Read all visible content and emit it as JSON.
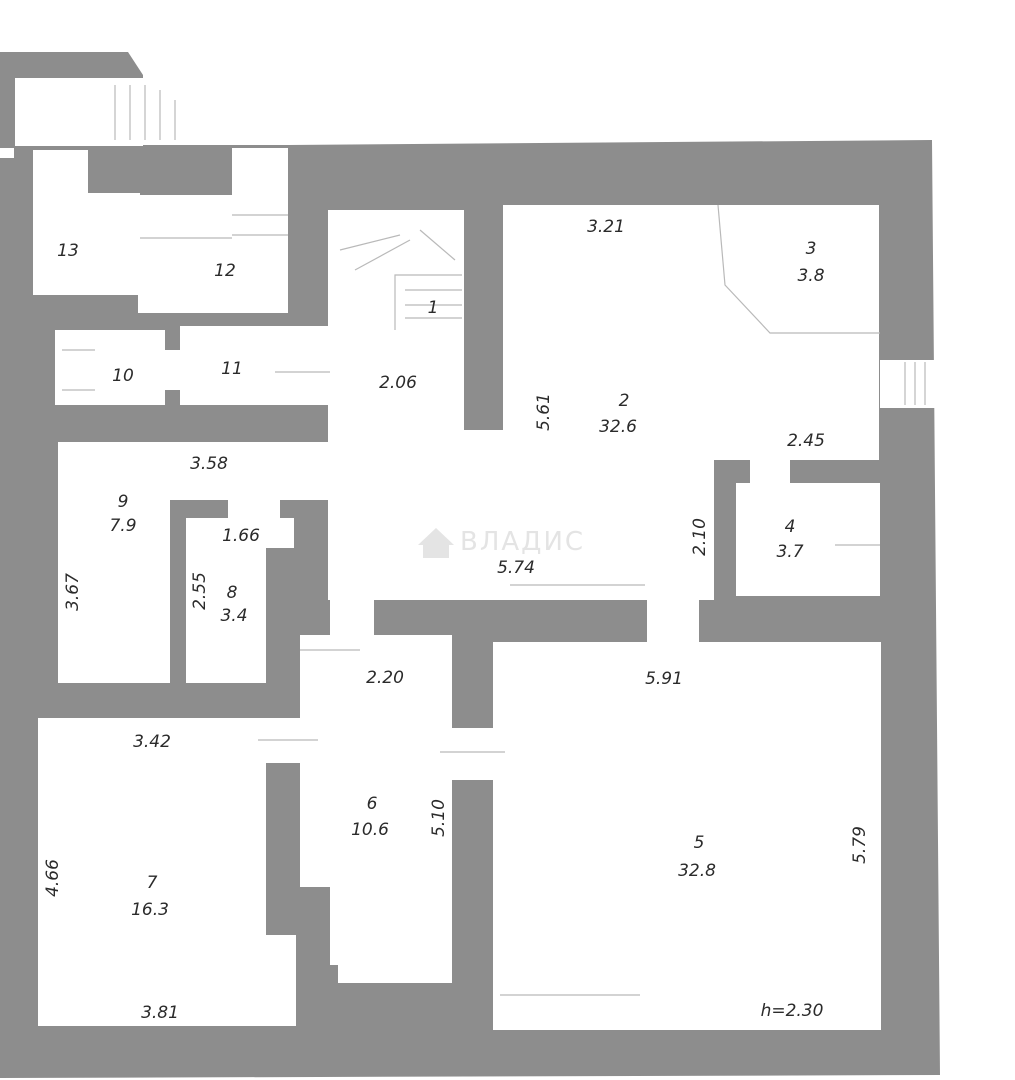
{
  "watermark": {
    "text": "ВЛАДИС",
    "icon": "house-icon"
  },
  "rooms": [
    {
      "number": "1",
      "area": ""
    },
    {
      "number": "2",
      "area": "32.6"
    },
    {
      "number": "3",
      "area": "3.8"
    },
    {
      "number": "4",
      "area": "3.7"
    },
    {
      "number": "5",
      "area": "32.8"
    },
    {
      "number": "6",
      "area": "10.6"
    },
    {
      "number": "7",
      "area": "16.3"
    },
    {
      "number": "8",
      "area": "3.4"
    },
    {
      "number": "9",
      "area": "7.9"
    },
    {
      "number": "10",
      "area": ""
    },
    {
      "number": "11",
      "area": ""
    },
    {
      "number": "12",
      "area": ""
    },
    {
      "number": "13",
      "area": ""
    }
  ],
  "dimensions": {
    "d321": "3.21",
    "d206": "2.06",
    "d561": "5.61",
    "d245": "2.45",
    "d358": "3.58",
    "d166": "1.66",
    "d367": "3.67",
    "d255": "2.55",
    "d574": "5.74",
    "d210": "2.10",
    "d220": "2.20",
    "d591": "5.91",
    "d342": "3.42",
    "d510": "5.10",
    "d579": "5.79",
    "d466": "4.66",
    "d381": "3.81"
  },
  "ceiling_height": "h=2.30"
}
